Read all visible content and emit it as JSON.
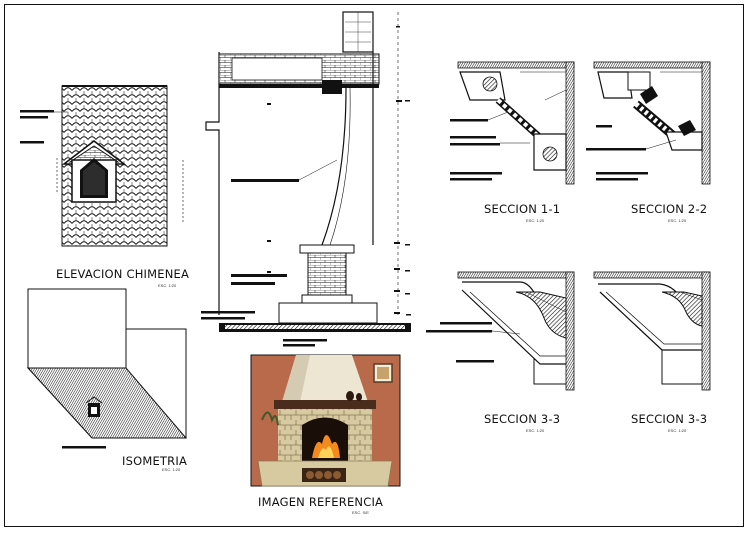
{
  "drawing": {
    "views": [
      {
        "id": "elevation",
        "title": "ELEVACION CHIMENEA",
        "scale": "ESC. 1:20"
      },
      {
        "id": "isometric",
        "title": "ISOMETRIA",
        "scale": "ESC. 1:20"
      },
      {
        "id": "reference",
        "title": "IMAGEN REFERENCIA",
        "scale": "ESC. S/E"
      },
      {
        "id": "section-1",
        "title": "SECCION 1-1",
        "scale": "ESC. 1:20"
      },
      {
        "id": "section-2",
        "title": "SECCION 2-2",
        "scale": "ESC. 1:20"
      },
      {
        "id": "section-3a",
        "title": "SECCION 3-3",
        "scale": "ESC. 1:20"
      },
      {
        "id": "section-3b",
        "title": "SECCION 3-3",
        "scale": "ESC. 1:20"
      }
    ],
    "colors": {
      "line": "#111111",
      "hatch": "#222222",
      "brick": "#d9cfa6",
      "photo_wall": "#b86a4a",
      "photo_hood": "#ece6d2",
      "fire": "#f28a1e"
    }
  }
}
